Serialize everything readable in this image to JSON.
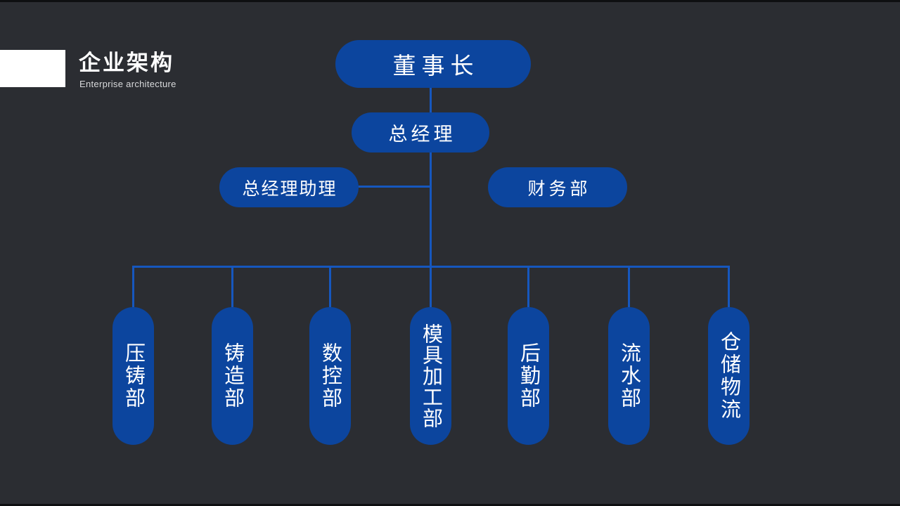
{
  "slide": {
    "background_color": "#2b2d32",
    "node_color": "#0c459e",
    "line_color": "#1657be",
    "text_color": "#ffffff"
  },
  "header": {
    "title": "企业架构",
    "subtitle": "Enterprise architecture"
  },
  "org_chart": {
    "chairman": {
      "label": "董事长"
    },
    "general_manager": {
      "label": "总经理"
    },
    "assistant": {
      "label": "总经理助理"
    },
    "finance": {
      "label": "财务部"
    },
    "departments": [
      {
        "label": "压铸部"
      },
      {
        "label": "铸造部"
      },
      {
        "label": "数控部"
      },
      {
        "label": "模具加工部"
      },
      {
        "label": "后勤部"
      },
      {
        "label": "流水部"
      },
      {
        "label": "仓储物流"
      }
    ]
  }
}
